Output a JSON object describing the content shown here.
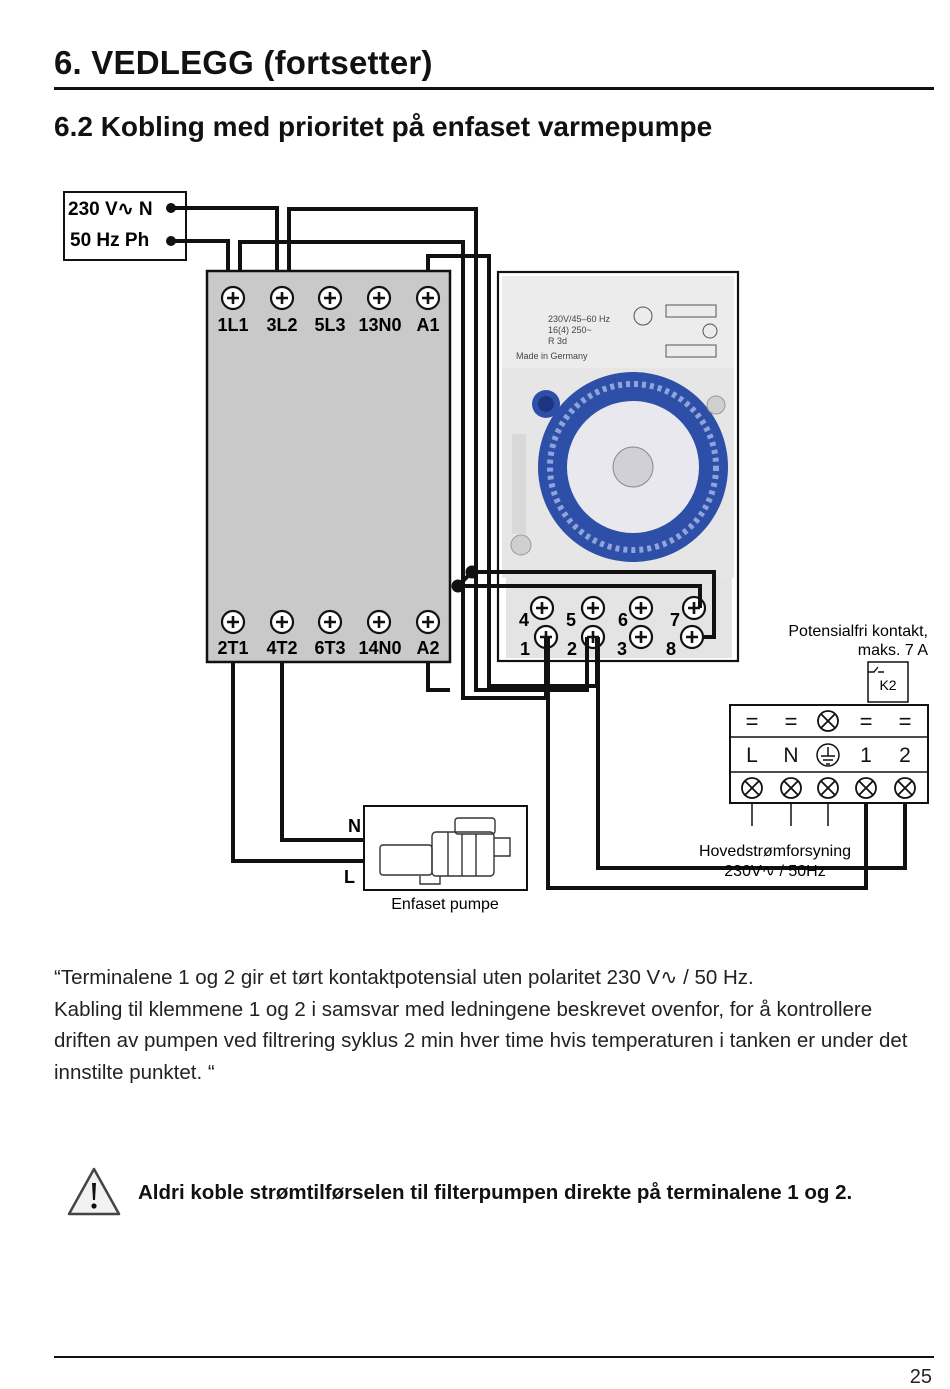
{
  "header": {
    "title": "6. VEDLEGG (fortsetter)",
    "subtitle": "6.2 Kobling med prioritet på enfaset varmepumpe"
  },
  "diagram": {
    "supply_line1": "230 V∿ N",
    "supply_line2": "50 Hz  Ph",
    "contactor_top": [
      "1L1",
      "3L2",
      "5L3",
      "13N0",
      "A1"
    ],
    "contactor_bottom": [
      "2T1",
      "4T2",
      "6T3",
      "14N0",
      "A2"
    ],
    "timer_spec": [
      "230V/45–60 Hz",
      "16(4) 250~",
      "R 3d"
    ],
    "timer_made": "Made in Germany",
    "timer_contacts_top": [
      "4",
      "5",
      "6",
      "7"
    ],
    "timer_contacts_bottom": [
      "1",
      "2",
      "3",
      "8"
    ],
    "relay_label_1": "Potensialfri kontakt,",
    "relay_label_2": "maks. 7 A",
    "relay_name": "K2",
    "terminal_labels": [
      "L",
      "N",
      "1",
      "2"
    ],
    "pump_n": "N",
    "pump_l": "L",
    "pump_caption": "Enfaset pumpe",
    "mains_label_1": "Hovedstrømforsyning",
    "mains_label_2": "230V∿ / 50Hz"
  },
  "body": {
    "para1": "“Terminalene 1 og 2 gir et tørt kontaktpotensial uten polaritet 230 V∿ / 50 Hz.",
    "para2": "Kabling til klemmene 1 og 2 i samsvar med ledningene beskrevet ovenfor, for å kontrollere driften av pumpen ved filtrering syklus 2 min hver time hvis temperaturen i tanken er under det innstilte punktet. “"
  },
  "warning": {
    "text": "Aldri koble strømtilførselen til filterpumpen direkte på terminalene 1 og 2."
  },
  "footer": {
    "page_number": "25"
  }
}
